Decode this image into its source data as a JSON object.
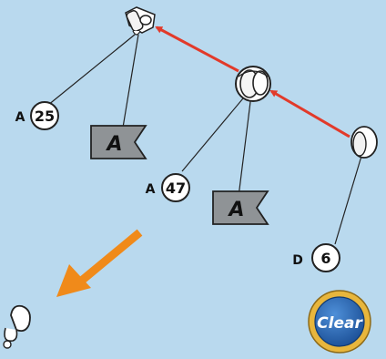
{
  "puzzle": {
    "background_color": "#b9d9ee",
    "node_stroke_color": "#222222",
    "link_arrow_color": "#e23a2a",
    "scroll_arrow_color": "#f08a1a",
    "flag_fill_color": "#8f9396",
    "nodes": [
      {
        "id": "node-a25",
        "tag": "A",
        "value": "25"
      },
      {
        "id": "node-a47",
        "tag": "A",
        "value": "47"
      },
      {
        "id": "node-d6",
        "tag": "D",
        "value": "6"
      }
    ],
    "flags": [
      {
        "id": "flag-left",
        "letter": "A"
      },
      {
        "id": "flag-right",
        "letter": "A"
      }
    ],
    "pulleys": [
      {
        "id": "pulley-top",
        "icon": "wall-pulley-icon"
      },
      {
        "id": "pulley-middle",
        "icon": "double-pulley-icon"
      },
      {
        "id": "pulley-right",
        "icon": "pulley-icon"
      },
      {
        "id": "pulley-bottom-left",
        "icon": "anchor-pulley-icon"
      }
    ],
    "links": [
      "link-d-to-middle",
      "link-middle-to-top"
    ],
    "scroll_hint": {
      "icon": "arrow-down-left-icon"
    },
    "clear_button": {
      "label": "Clear",
      "ring_color": "#e8b63c",
      "face_color": "#1f5aa6"
    }
  }
}
